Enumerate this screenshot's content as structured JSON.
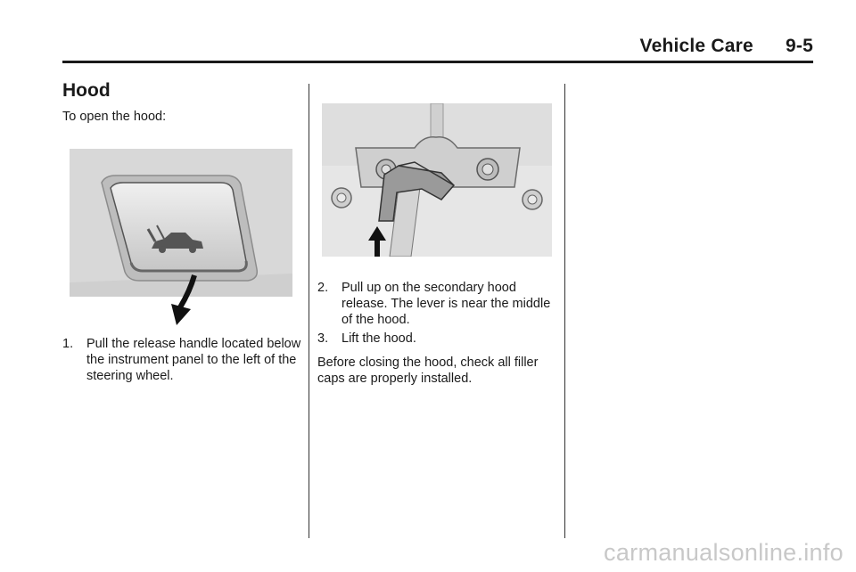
{
  "header": {
    "title": "Vehicle Care      9-5"
  },
  "section": {
    "title": "Hood",
    "intro": "To open the hood:"
  },
  "steps": [
    {
      "num": "1.",
      "text": "Pull the release handle located below the instrument panel to the left of the steering wheel."
    },
    {
      "num": "2.",
      "text": "Pull up on the secondary hood release. The lever is near the middle of the hood."
    },
    {
      "num": "3.",
      "text": "Lift the hood."
    }
  ],
  "note": "Before closing the hood, check all filler caps are properly installed.",
  "watermark": "carmanualsonline.info",
  "illustrations": {
    "release_handle": {
      "icon": "car-hood-icon",
      "arrow": "pull-arrow-icon"
    },
    "secondary_latch": {
      "arrow": "up-arrow-icon"
    }
  }
}
